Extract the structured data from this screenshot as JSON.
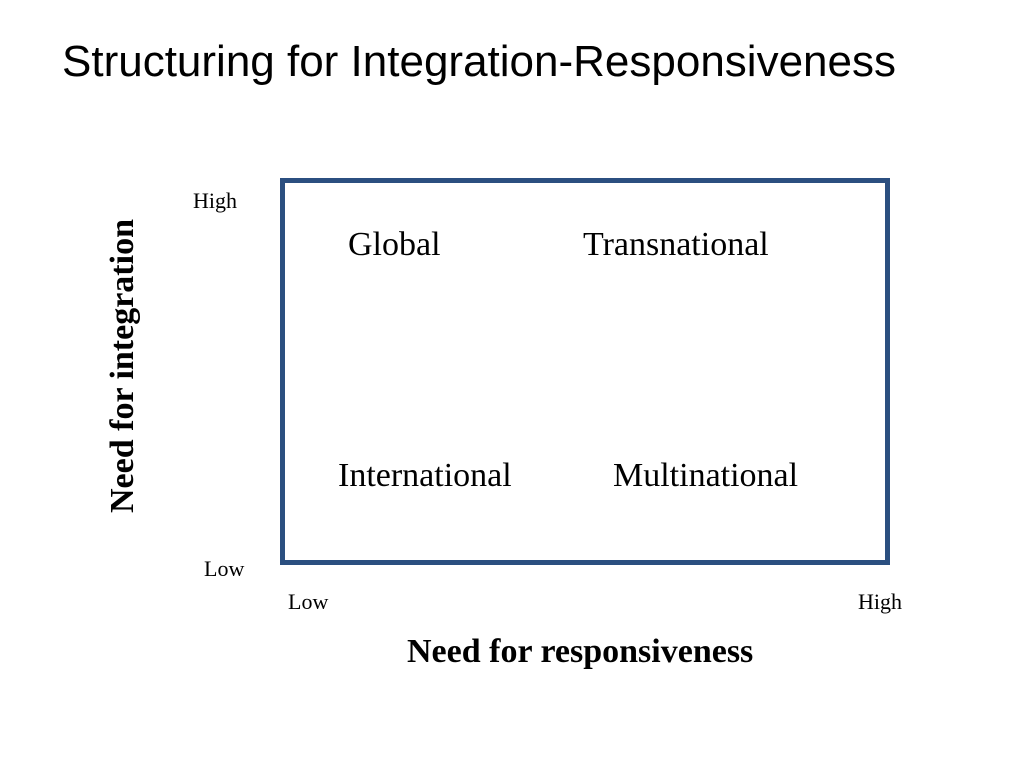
{
  "slide": {
    "title": "Structuring for Integration-Responsiveness"
  },
  "matrix": {
    "border_color": "#2b4f80",
    "quadrants": {
      "top_left": "Global",
      "top_right": "Transnational",
      "bottom_left": "International",
      "bottom_right": "Multinational"
    }
  },
  "axes": {
    "y": {
      "title": "Need for integration",
      "high": "High",
      "low": "Low"
    },
    "x": {
      "title": "Need for responsiveness",
      "low": "Low",
      "high": "High"
    }
  }
}
